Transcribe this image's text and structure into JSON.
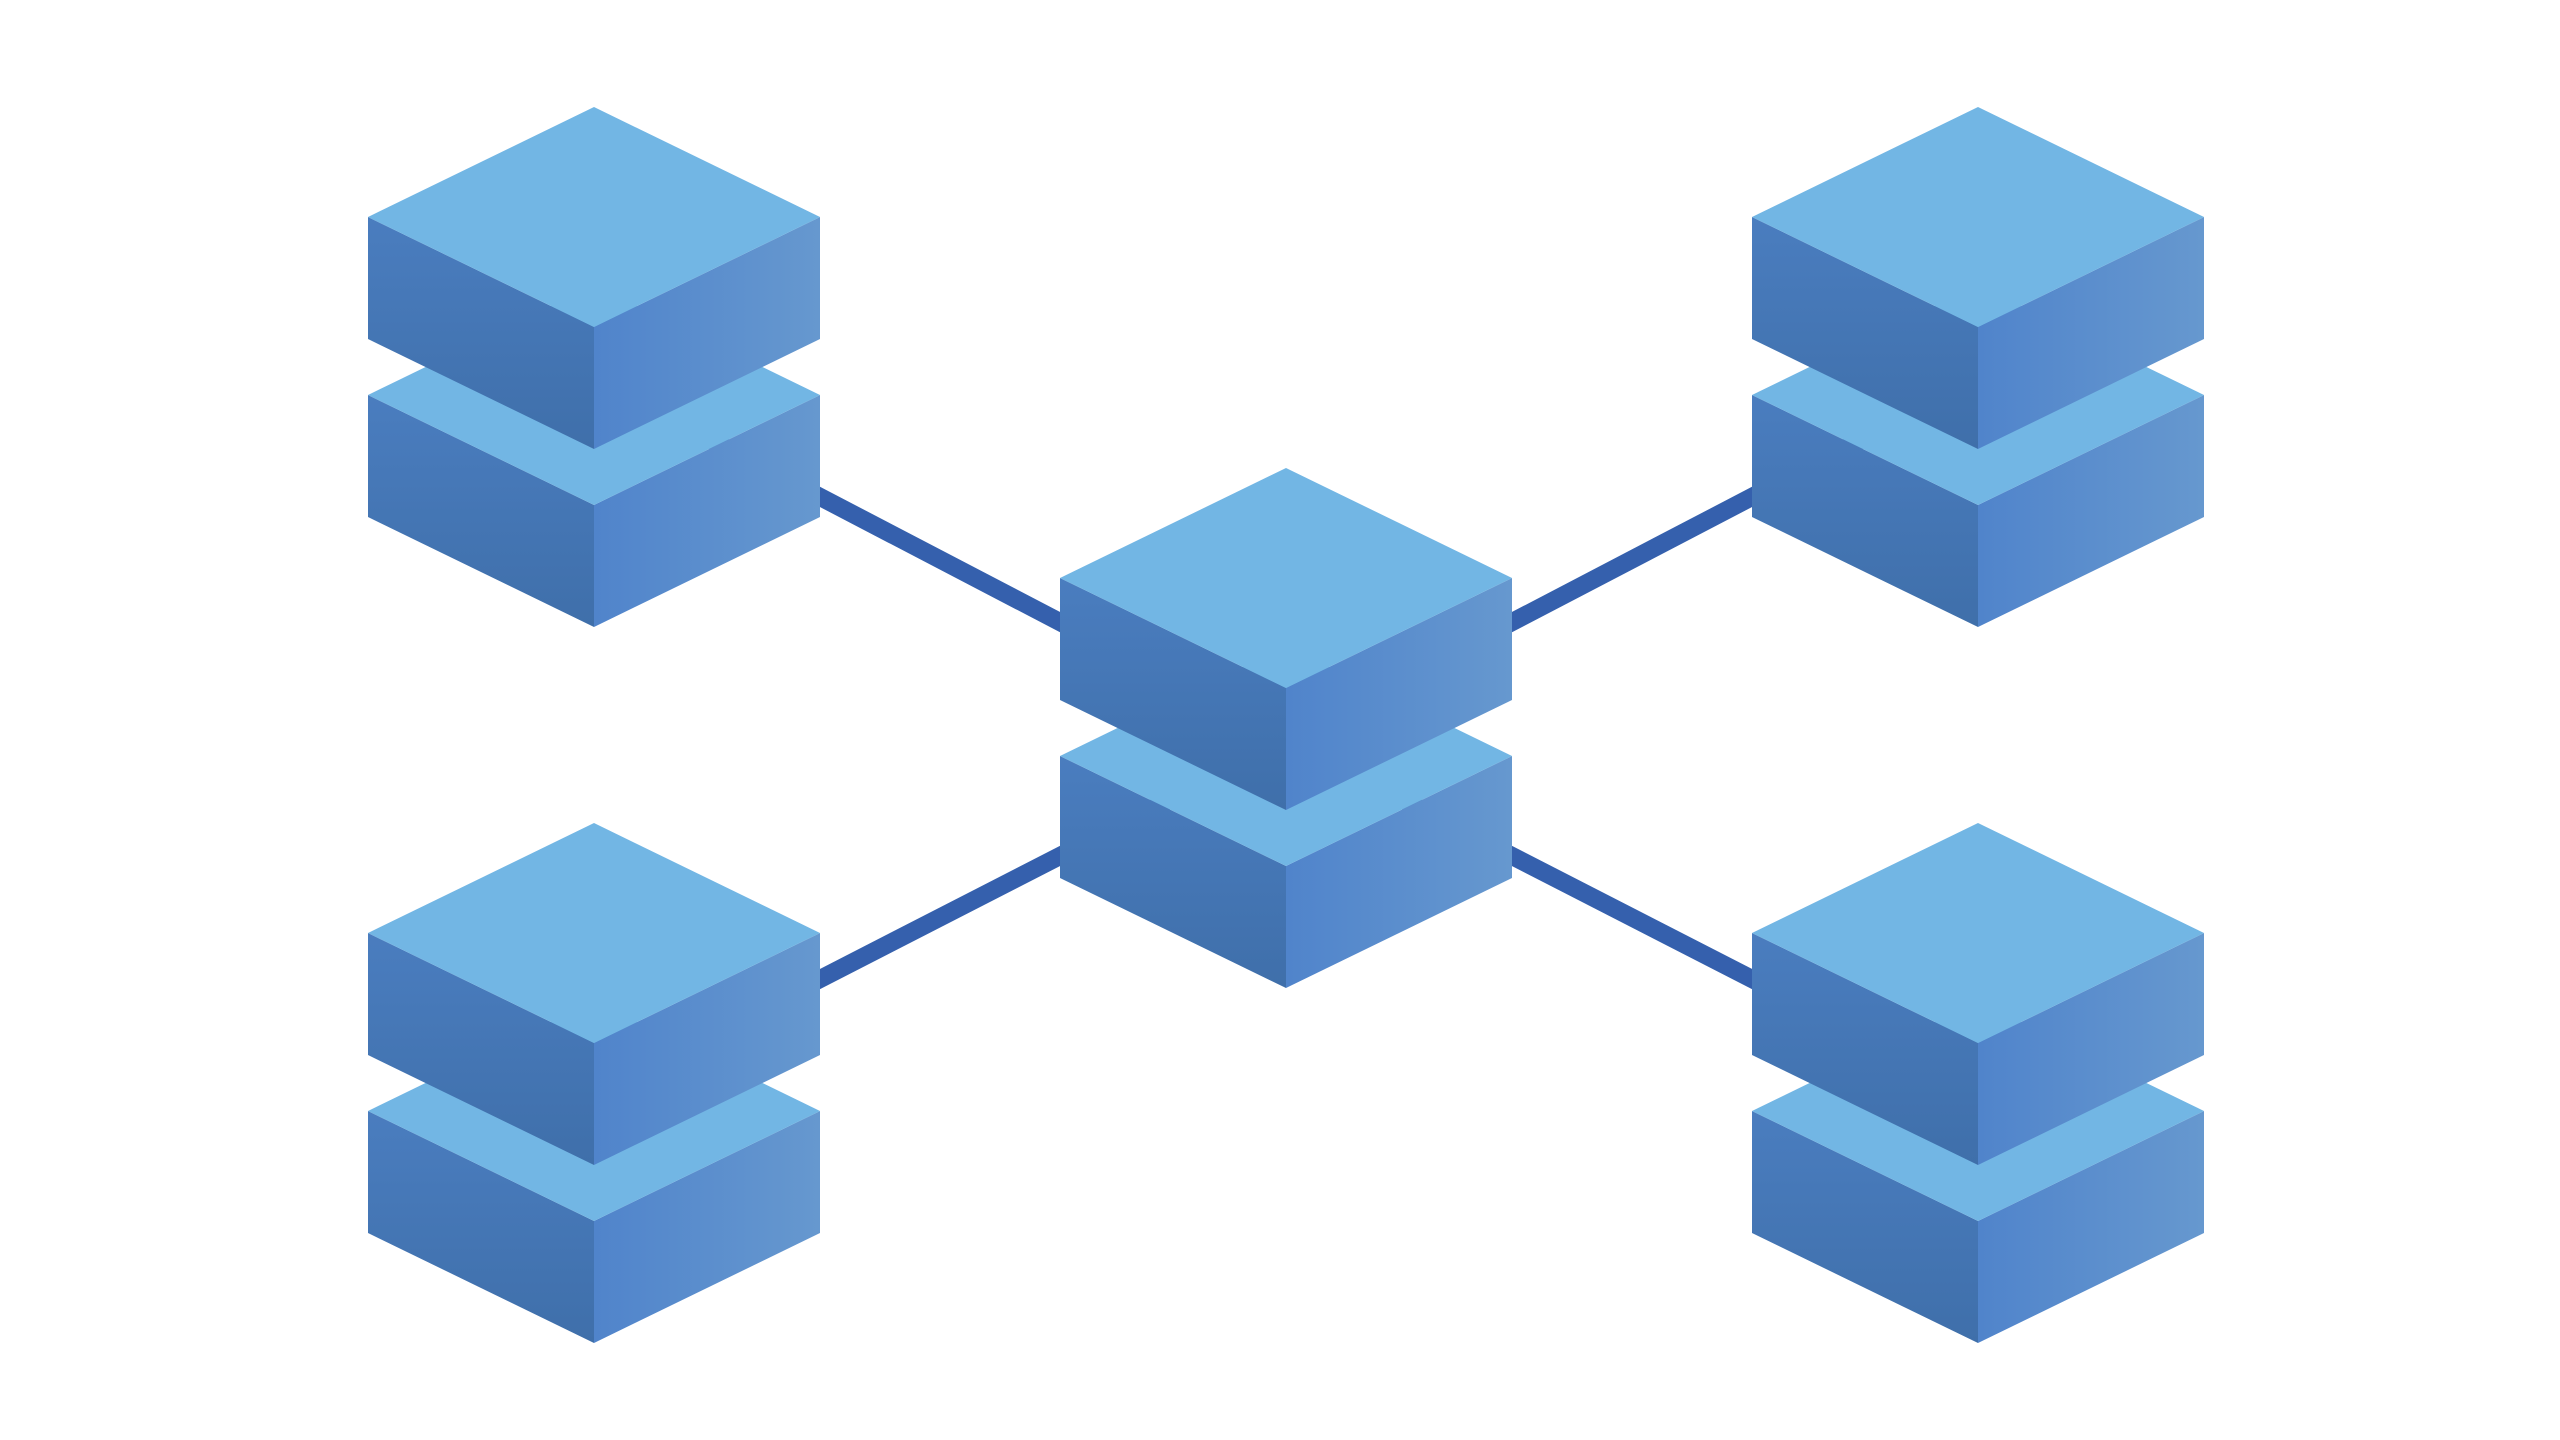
{
  "diagram": {
    "description_text": "",
    "colors": {
      "background": "#ffffff",
      "connector": "#3560ad",
      "top_face": "#72b6e4",
      "left_face_light": "#4a7dbf",
      "left_face_dark": "#3f6faa",
      "right_face_light": "#5084cb",
      "right_face_dark": "#6698cf"
    },
    "nodes": [
      {
        "id": "server-stack-top-left",
        "tiers": 2
      },
      {
        "id": "server-stack-top-right",
        "tiers": 2
      },
      {
        "id": "server-stack-center",
        "tiers": 2
      },
      {
        "id": "server-stack-bottom-left",
        "tiers": 2
      },
      {
        "id": "server-stack-bottom-right",
        "tiers": 2
      }
    ],
    "edges": [
      {
        "from": "server-stack-center",
        "to": "server-stack-top-left"
      },
      {
        "from": "server-stack-center",
        "to": "server-stack-top-right"
      },
      {
        "from": "server-stack-center",
        "to": "server-stack-bottom-left"
      },
      {
        "from": "server-stack-center",
        "to": "server-stack-bottom-right"
      }
    ]
  }
}
